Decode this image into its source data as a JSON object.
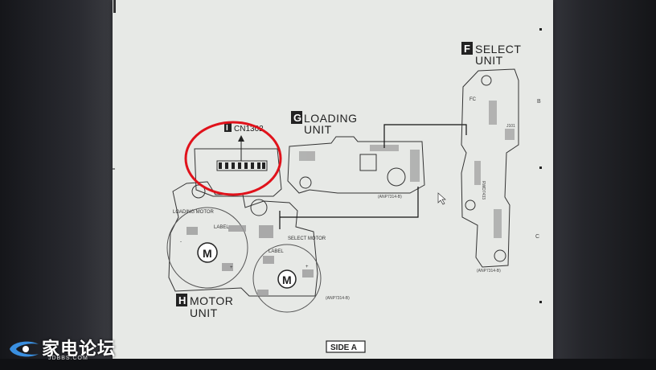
{
  "units": {
    "f": {
      "letter": "F",
      "line1": "SELECT",
      "line2": "UNIT",
      "part": "(ANP7314-B)"
    },
    "g": {
      "letter": "G",
      "line1": "LOADING",
      "line2": "UNIT",
      "part": "(ANP7314-B)"
    },
    "h": {
      "letter": "H",
      "line1": "MOTOR",
      "line2": "UNIT",
      "part": "(ANP7314-B)"
    },
    "i": {
      "letter": "I",
      "connector": "CN1302"
    }
  },
  "side_label": "SIDE A",
  "grid_labels": {
    "b": "B",
    "c": "C"
  },
  "small_labels": {
    "loading_motor": "LOADING MOTOR",
    "select_motor": "SELECT MOTOR",
    "label": "LABEL",
    "m": "M",
    "plus": "+",
    "minus": "-",
    "fc": "FC",
    "j101": "J101",
    "rwd": "RWD7433"
  },
  "watermark": {
    "text": "家电论坛",
    "url": "JDBBS.COM"
  },
  "annotation": {
    "color": "#e0121b"
  }
}
